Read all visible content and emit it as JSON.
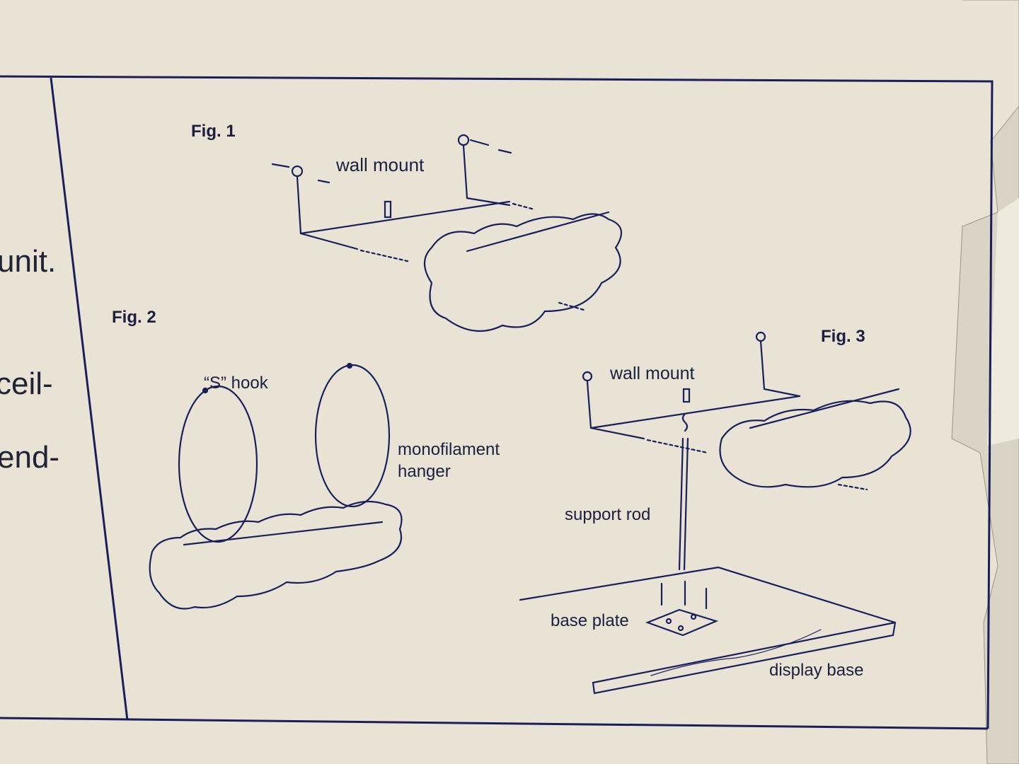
{
  "side_text": {
    "line1": "unit.",
    "line2": "ceil-",
    "line3": "end-"
  },
  "fig1": {
    "title": "Fig. 1",
    "wall_mount": "wall mount"
  },
  "fig2": {
    "title": "Fig. 2",
    "s_hook": "“S” hook",
    "hanger_line1": "monofilament",
    "hanger_line2": "hanger"
  },
  "fig3": {
    "title": "Fig. 3",
    "wall_mount": "wall mount",
    "support_rod": "support rod",
    "base_plate": "base plate",
    "display_base": "display base"
  },
  "colors": {
    "ink": "#1a1f5c",
    "paper": "#e8e3d5"
  }
}
